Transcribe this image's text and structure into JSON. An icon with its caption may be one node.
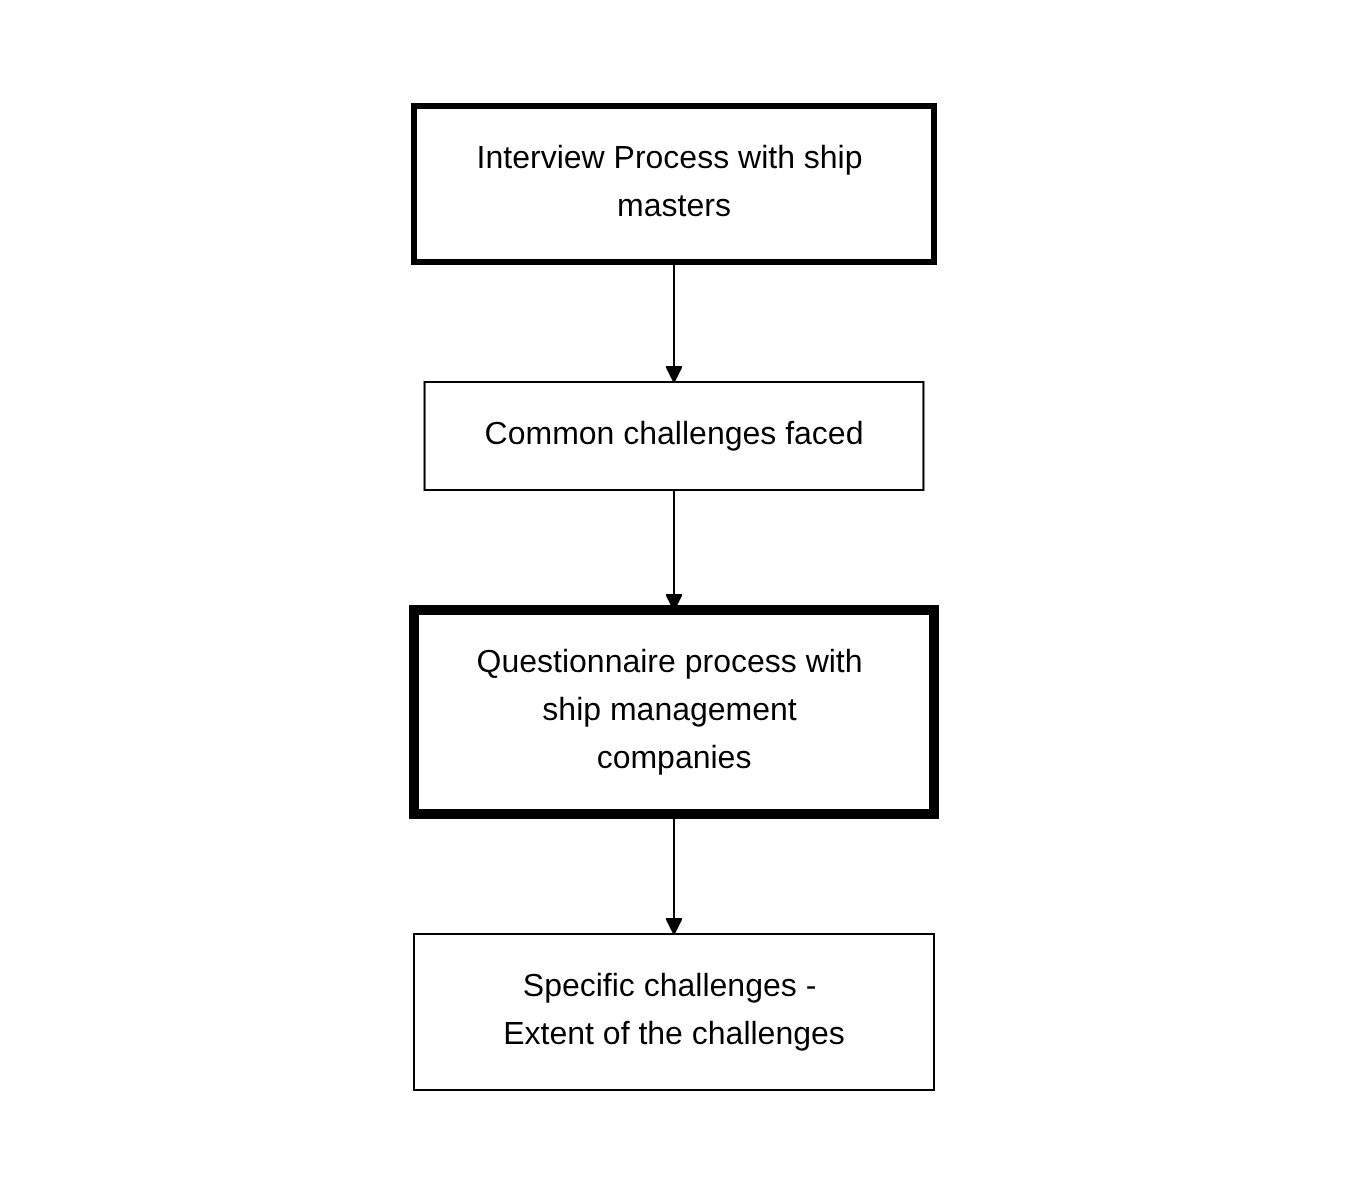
{
  "diagram": {
    "nodes": [
      {
        "text": [
          "Interview Process with ship masters"
        ]
      },
      {
        "text": [
          "Common challenges faced"
        ]
      },
      {
        "text": [
          "Questionnaire process with ship management companies"
        ]
      },
      {
        "text": [
          "Specific challenges - Extent of the challenges"
        ]
      }
    ],
    "edges": [
      {
        "from": 0,
        "to": 1,
        "arrow": "to"
      },
      {
        "from": 1,
        "to": 2,
        "arrow": "to"
      },
      {
        "from": 2,
        "to": 3,
        "arrow": "to"
      }
    ]
  }
}
